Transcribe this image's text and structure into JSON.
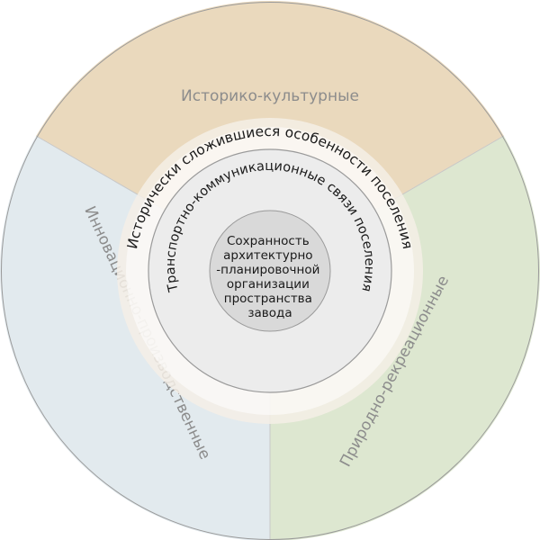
{
  "diagram": {
    "segments": [
      {
        "id": "top",
        "label": "Историко-культурные",
        "color": "#ead9bd"
      },
      {
        "id": "left",
        "label": "Инновационно-производственные",
        "color": "#e2eaee"
      },
      {
        "id": "right",
        "label": "Природно-рекреационные",
        "color": "#dde7d0"
      }
    ],
    "ring_outer_text": "Исторически сложившиеся особенности поселения",
    "ring_inner_text": "Транспортно-коммуникационные связи поселения",
    "core_lines": [
      "Сохранность",
      "архитектурно",
      "-планировочной",
      "организации",
      "пространства",
      "завода"
    ],
    "colors": {
      "outer_stroke": "#9a9a9a",
      "ring_halo": "#f4efe6",
      "ring_mid": "#ececec",
      "core": "#d9d9d9",
      "divider": "#c8c8c8"
    }
  }
}
